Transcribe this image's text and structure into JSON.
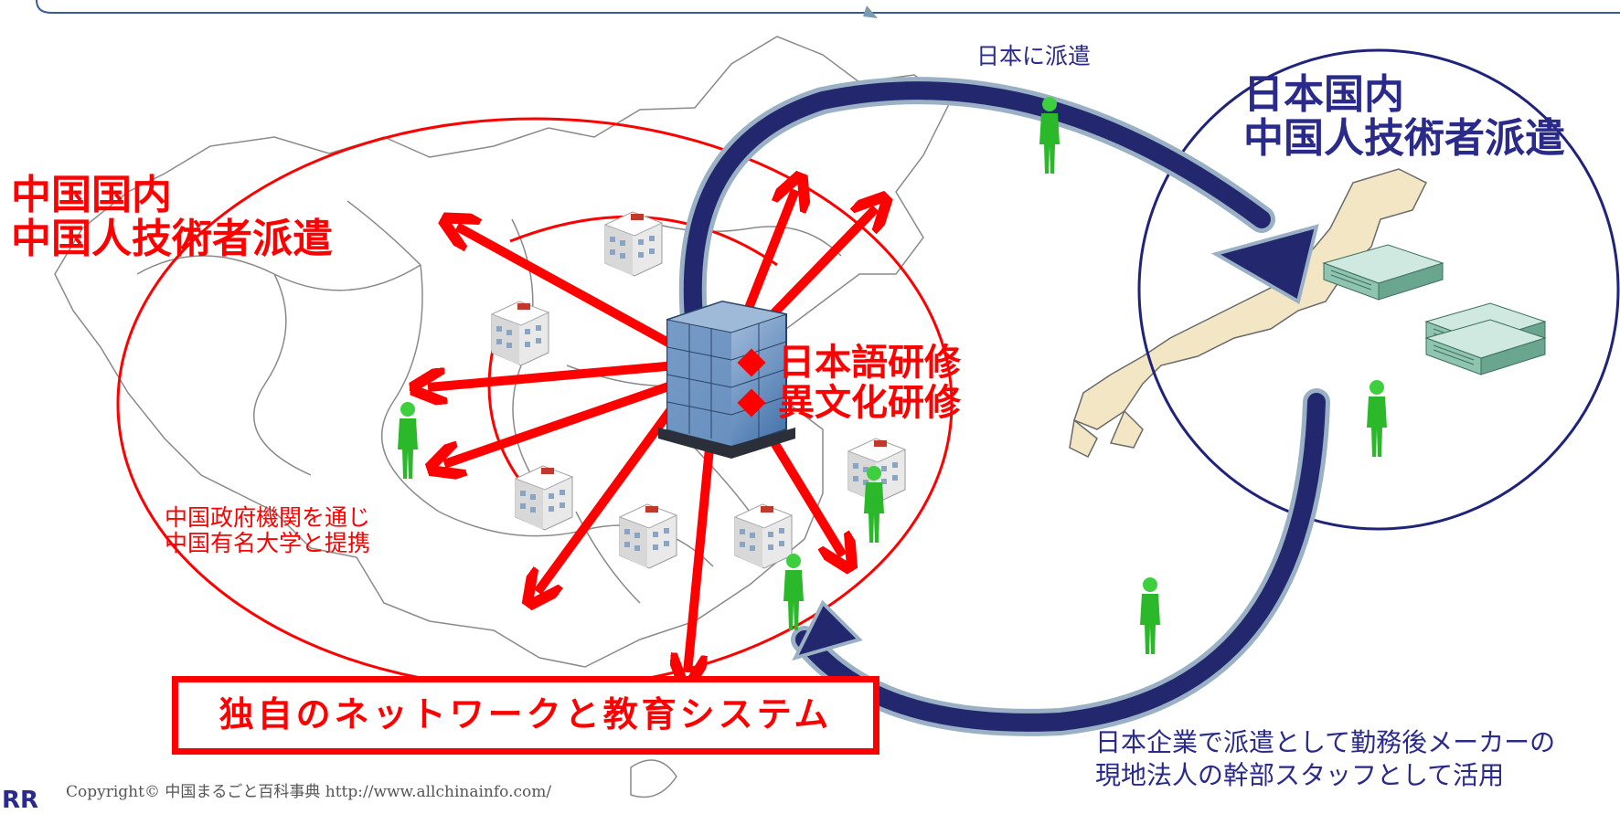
{
  "china_title": [
    "中国国内",
    "中国人技術者派遣"
  ],
  "japan_title": [
    "日本国内",
    "中国人技術者派遣"
  ],
  "training": [
    "日本語研修",
    "異文化研修"
  ],
  "gov_note": [
    "中国政府機関を通じ",
    "中国有名大学と提携"
  ],
  "dispatch_label": "日本に派遣",
  "bottom_note": [
    "日本企業で派遣として勤務後メーカーの",
    "現地法人の幹部スタッフとして活用"
  ],
  "network_label": "独自のネットワークと教育システム",
  "copyright": "Copyright© 中国まるごと百科事典 http://www.allchinainfo.com/",
  "logo_text": "RR",
  "colors": {
    "china_red": "#ff0000",
    "japan_navy": "#2a2a8a",
    "person_green": "#33cc33",
    "building_blue": "#6a90c0"
  },
  "icons": {
    "hq": "office-tower-icon",
    "branch": "building-icon",
    "person": "person-icon",
    "factory": "factory-icon"
  }
}
